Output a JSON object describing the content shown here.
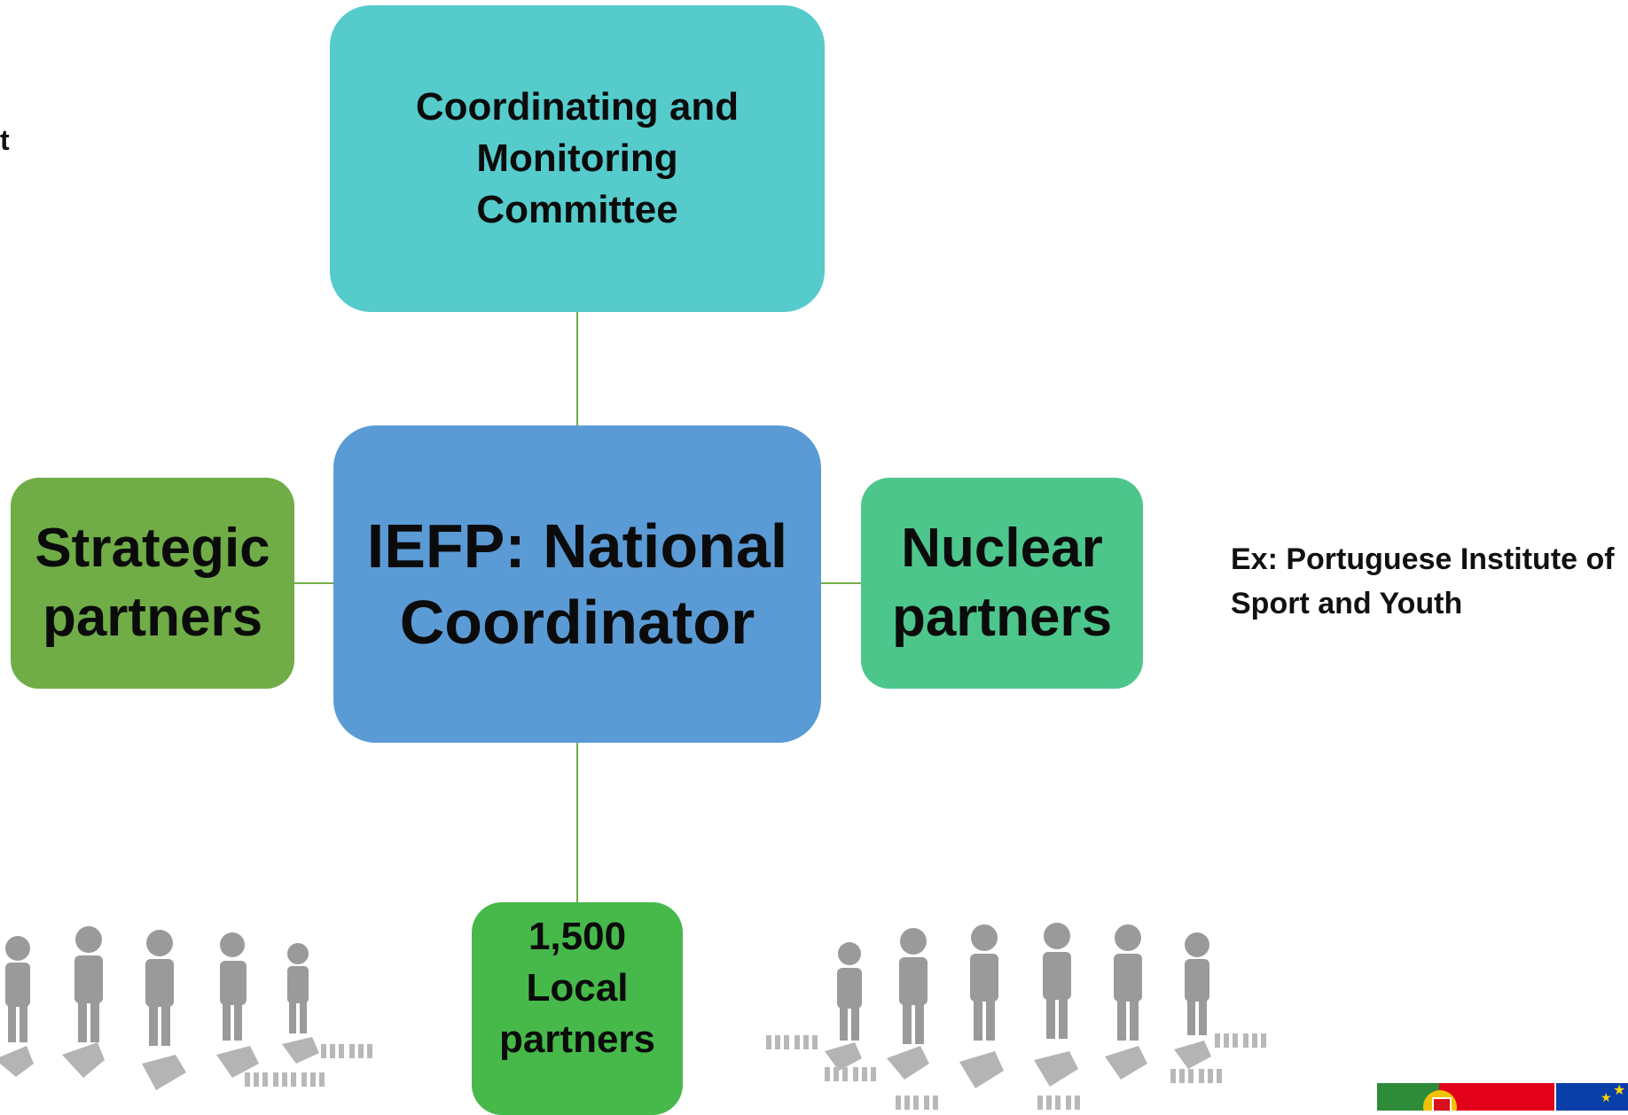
{
  "diagram": {
    "top_box": {
      "label": "Coordinating and Monitoring Committee"
    },
    "center_box": {
      "label": "IEFP: National Coordinator"
    },
    "left_box": {
      "label": "Strategic partners"
    },
    "right_box": {
      "label": "Nuclear partners"
    },
    "bottom_box": {
      "label": "1,500 Local partners"
    }
  },
  "annotations": {
    "right_note": "Ex: Portuguese Institute of Sport and Youth",
    "left_edge_fragment": "t"
  },
  "colors": {
    "top_box": "#55CBCC",
    "center_box": "#5B9BD5",
    "left_box": "#70AD47",
    "right_box": "#4DC68C",
    "bottom_box": "#46B94A",
    "connector": "#70AD47"
  },
  "icons": {
    "left_illustration": "people-arrows-icon",
    "right_illustration": "people-arrows-icon",
    "flags": "portugal-eu-flags-icon"
  }
}
